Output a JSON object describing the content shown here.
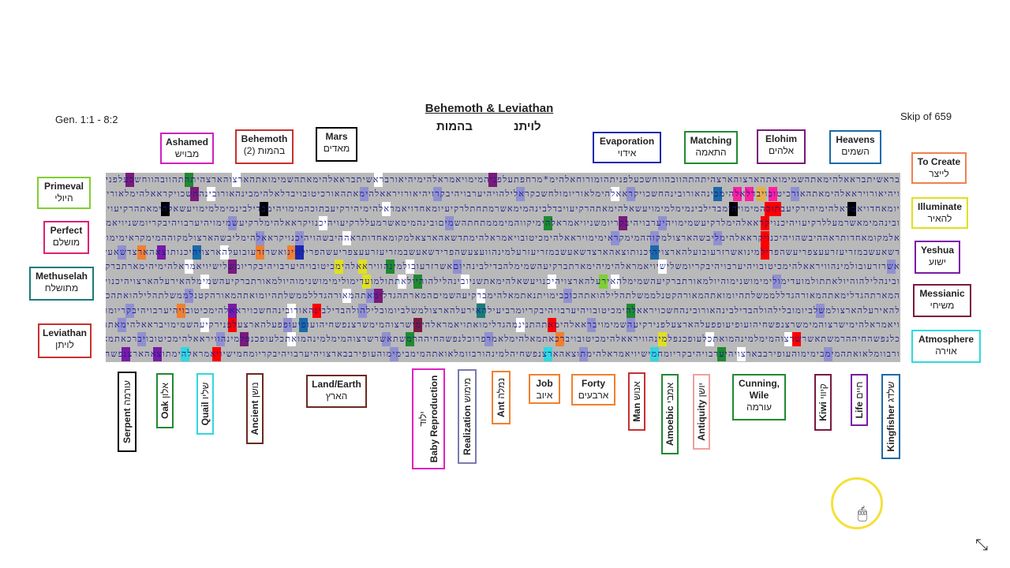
{
  "header": {
    "title": "Behemoth & Leviathan",
    "hebrew_left": "בהמות",
    "hebrew_right": "לויתנ",
    "reference": "Gen. 1:1 - 8:2",
    "skip": "Skip of 659"
  },
  "top_labels": [
    {
      "en": "Ashamed",
      "he": "מבויש",
      "color": "#d020c0"
    },
    {
      "en": "Behemoth",
      "he": "(2) בהמות",
      "color": "#c83030"
    },
    {
      "en": "Mars",
      "he": "מאדים",
      "color": "#000000"
    },
    {
      "en": "Evaporation",
      "he": "אידוי",
      "color": "#1a2ab0"
    },
    {
      "en": "Matching",
      "he": "התאמה",
      "color": "#208a30"
    },
    {
      "en": "Elohim",
      "he": "אלהים",
      "color": "#7a1a7a"
    },
    {
      "en": "Heavens",
      "he": "השמים",
      "color": "#1a6aa8"
    }
  ],
  "left_labels": [
    {
      "en": "Primeval",
      "he": "היולי",
      "color": "#7ed030"
    },
    {
      "en": "Perfect",
      "he": "מושלם",
      "color": "#e02070"
    },
    {
      "en": "Methuselah",
      "he": "מתושלח",
      "color": "#1a7a7a"
    },
    {
      "en": "Leviathan",
      "he": "לויתן",
      "color": "#c83030"
    }
  ],
  "right_labels": [
    {
      "en": "To Create",
      "he": "לייצר",
      "color": "#f08050"
    },
    {
      "en": "Illuminate",
      "he": "להאיר",
      "color": "#e0e020"
    },
    {
      "en": "Yeshua",
      "he": "ישוע",
      "color": "#7a1aa8"
    },
    {
      "en": "Messianic",
      "he": "משיחי",
      "color": "#7a1a40"
    },
    {
      "en": "Atmosphere",
      "he": "אוירה",
      "color": "#30d8e0"
    }
  ],
  "bottom_vertical_labels": [
    {
      "en": "Serpent",
      "he": "עורמה",
      "color": "#000000"
    },
    {
      "en": "Oak",
      "he": "אלון",
      "color": "#208a30"
    },
    {
      "en": "Quail",
      "he": "שליו",
      "color": "#30d8e0"
    },
    {
      "en": "Ancient",
      "he": "נושן",
      "color": "#6a2a20"
    },
    {
      "en": "Baby Reproduction",
      "he": "ילוד",
      "color": "#e020c0"
    },
    {
      "en": "Realization",
      "he": "מימוש",
      "color": "#7a7ab0"
    },
    {
      "en": "Ant",
      "he": "נמלה",
      "color": "#f08030"
    },
    {
      "en": "Man",
      "he": "אנוש",
      "color": "#c83030"
    },
    {
      "en": "Amoebic",
      "he": "אמבי",
      "color": "#208a30"
    },
    {
      "en": "Antiquity",
      "he": "יושן",
      "color": "#f0a0a0"
    },
    {
      "en": "Kiwi",
      "he": "קיווי",
      "color": "#7a1a40"
    },
    {
      "en": "Life",
      "he": "חיים",
      "color": "#7a1aa8"
    },
    {
      "en": "Kingfisher",
      "he": "שלדג",
      "color": "#1a6aa8"
    }
  ],
  "bottom_box_labels": [
    {
      "en": "Land/Earth",
      "he": "הארץ",
      "color": "#6a2a20"
    },
    {
      "en": "Job",
      "he": "איוב",
      "color": "#f08030"
    },
    {
      "en": "Forty",
      "he": "ארבעים",
      "color": "#f08030"
    },
    {
      "en": "Cunning, Wile",
      "he": "עורמה",
      "color": "#208a30"
    }
  ],
  "grid_rows": [
    "בראשיתבראאלהימאתהשמימואתהארצוהארצהיתהתהוובהווחשכעלפניתהומורוחאלהימ*מרחפתעלפניהמימויאמראלהימיהיאור",
    "ויהיאורויראאלהימאתהאורכיטובויבדלאלהימבינהאורובינהחשכויקראאלהימלאוריומולחשכקראלילהויהיערבויהיבקר",
    "יומאחדויאמראלהימיהירקיעבתוכהמימויהימבדילבינמימלמימויעשאלהימאתהרקיעויבדלבינהמימאשרמתחתלרקיע",
    "ובינהמימאשרמעללרקיעויהיכנויקראאלהימלרקיעשמימויהיערבויהיבקריומשניויאמראלהימיקווהמימממתחתהשמים",
    "אלמקומאחדותראההיבשהויהיכנויקראאלהימליבשהארצולמקוההמימקראימימויראאלהימכיטובויאמראלהימתדשאהארצ",
    "דשאעשבמזריעזרעעצפריעשהפרילמינואשרזרעובועלהארצויהיכנותוצאהארצדשאעשבמזריעזרעלמינהוועצעשהפרי",
    "אשרזרעובולמינהוויראאלהימכיטובויהיערבויהיבקריומשלישיויאמראלהימיהימארתברקיעהשמימלהבדילבינהיום",
    "ובינהלילהוהיולאתתולמועדימולימימושנימוהיולמאורתברקיעהשמימלהאירעלהארצויהיכנויעשאלהימאתשני",
    "המארתהגדלימאתהמאורהגדללממשלתהיומואתהמאורהקטנלממשלתהלילהואתהכוכבימויתנאתמאלהימברקיעהשמים",
    "להאירעלהארצולמשלביומובלילהולהבדילבינהאורובינהחשכויראאלהימכיטובויהיערבויהיבקריומרביעי",
    "ויאמראלהימישרצוהמימשרצנפשחיהועופיעופפעלהארצעלפנירקיעהשמימויבראאלהימאתהתנינמהגדלימואת",
    "כלנפשהחיההרמשתאשרשרצוהמימלמינהמואתכלעופכנפלמינהוויראאלהימכיטובויברכאתמאלהימלאמרפרו",
    "ורבוומלאואתהמימבימימוהעופירבבארצויהיערבויהיבקריומחמישיויאמראלהימתוצאהארצנפשחיהלמינה"
  ],
  "highlights": [
    [
      0,
      25,
      "#7a1a7a"
    ],
    [
      0,
      100,
      "#208a30"
    ],
    [
      0,
      160,
      "#ffffff"
    ],
    [
      0,
      340,
      "#ffffff"
    ],
    [
      0,
      485,
      "#7a1a7a"
    ],
    [
      1,
      107,
      "#7a1a7a"
    ],
    [
      1,
      128,
      "#ffffff"
    ],
    [
      1,
      322,
      "#9090d0"
    ],
    [
      1,
      415,
      "#9090d0"
    ],
    [
      1,
      520,
      "#9090d0"
    ],
    [
      1,
      640,
      "#ffffff"
    ],
    [
      1,
      660,
      "#9090d0"
    ],
    [
      1,
      770,
      "#1a6aa8"
    ],
    [
      1,
      795,
      "#ff20a0"
    ],
    [
      1,
      810,
      "#ff20a0"
    ],
    [
      1,
      825,
      "#e8b040"
    ],
    [
      1,
      840,
      "#ff20a0"
    ],
    [
      1,
      868,
      "#9090d0"
    ],
    [
      2,
      70,
      "#000000"
    ],
    [
      2,
      195,
      "#000000"
    ],
    [
      2,
      350,
      "#ffffff"
    ],
    [
      2,
      835,
      "#ff0000"
    ],
    [
      2,
      845,
      "#ff0000"
    ],
    [
      2,
      790,
      "#000000"
    ],
    [
      2,
      940,
      "#000000"
    ],
    [
      3,
      155,
      "#9090d0"
    ],
    [
      3,
      270,
      "#ffffff"
    ],
    [
      3,
      430,
      "#9090d0"
    ],
    [
      3,
      555,
      "#208a30"
    ],
    [
      3,
      650,
      "#7a1a7a"
    ],
    [
      3,
      700,
      "#9090d0"
    ],
    [
      3,
      830,
      "#ff0000"
    ],
    [
      4,
      190,
      "#9090d0"
    ],
    [
      4,
      240,
      "#9090d0"
    ],
    [
      4,
      300,
      "#ffffff"
    ],
    [
      4,
      640,
      "#9090d0"
    ],
    [
      4,
      690,
      "#9090d0"
    ],
    [
      4,
      770,
      "#9090d0"
    ],
    [
      4,
      830,
      "#ff0000"
    ],
    [
      5,
      15,
      "#9090d0"
    ],
    [
      5,
      40,
      "#f08030"
    ],
    [
      5,
      65,
      "#7a1aa8"
    ],
    [
      5,
      110,
      "#1a6aa8"
    ],
    [
      5,
      145,
      "#ffffff"
    ],
    [
      5,
      190,
      "#f08030"
    ],
    [
      5,
      230,
      "#f08030"
    ],
    [
      5,
      240,
      "#1a2ab0"
    ],
    [
      5,
      690,
      "#1a6aa8"
    ],
    [
      5,
      830,
      "#ff0000"
    ],
    [
      6,
      100,
      "#ffffff"
    ],
    [
      6,
      155,
      "#7a1a7a"
    ],
    [
      6,
      290,
      "#e0e020"
    ],
    [
      6,
      320,
      "#e0e020"
    ],
    [
      6,
      355,
      "#208a30"
    ],
    [
      6,
      380,
      "#ffffff"
    ],
    [
      6,
      440,
      "#9090d0"
    ],
    [
      6,
      700,
      "#ffffff"
    ],
    [
      6,
      990,
      "#9090d0"
    ],
    [
      7,
      120,
      "#ffffff"
    ],
    [
      7,
      325,
      "#e0e020"
    ],
    [
      7,
      370,
      "#ffffff"
    ],
    [
      7,
      390,
      "#208a30"
    ],
    [
      7,
      450,
      "#ffffff"
    ],
    [
      7,
      560,
      "#ffffff"
    ],
    [
      7,
      625,
      "#7ed030"
    ],
    [
      7,
      640,
      "#ffffff"
    ],
    [
      7,
      845,
      "#9090d0"
    ],
    [
      8,
      100,
      "#9090d0"
    ],
    [
      8,
      300,
      "#ffffff"
    ],
    [
      8,
      330,
      "#9090d0"
    ],
    [
      8,
      340,
      "#7a1a7a"
    ],
    [
      8,
      470,
      "#ffffff"
    ],
    [
      8,
      580,
      "#9090d0"
    ],
    [
      9,
      25,
      "#9090d0"
    ],
    [
      9,
      90,
      "#f08030"
    ],
    [
      9,
      155,
      "#7a1aa8"
    ],
    [
      9,
      230,
      "#ffffff"
    ],
    [
      9,
      262,
      "#ff0000"
    ],
    [
      9,
      320,
      "#9090d0"
    ],
    [
      9,
      470,
      "#1a7a7a"
    ],
    [
      9,
      660,
      "#208a30"
    ],
    [
      9,
      900,
      "#9090d0"
    ],
    [
      10,
      15,
      "#9090d0"
    ],
    [
      10,
      120,
      "#ffffff"
    ],
    [
      10,
      155,
      "#ff0000"
    ],
    [
      10,
      225,
      "#9090d0"
    ],
    [
      10,
      245,
      "#1a6aa8"
    ],
    [
      10,
      390,
      "#7a1a40"
    ],
    [
      10,
      520,
      "#ffffff"
    ],
    [
      10,
      560,
      "#ff0000"
    ],
    [
      10,
      610,
      "#9090d0"
    ],
    [
      10,
      660,
      "#9090d0"
    ],
    [
      11,
      40,
      "#9090d0"
    ],
    [
      11,
      140,
      "#9090d0"
    ],
    [
      11,
      170,
      "#7a1a7a"
    ],
    [
      11,
      230,
      "#ffffff"
    ],
    [
      11,
      350,
      "#9090d0"
    ],
    [
      11,
      380,
      "#208a30"
    ],
    [
      11,
      480,
      "#9090d0"
    ],
    [
      11,
      570,
      "#f08030"
    ],
    [
      11,
      700,
      "#e0e020"
    ],
    [
      11,
      760,
      "#ffffff"
    ],
    [
      11,
      860,
      "#ffffff"
    ],
    [
      11,
      870,
      "#ff0000"
    ],
    [
      12,
      20,
      "#7a1aa8"
    ],
    [
      12,
      60,
      "#7a1aa8"
    ],
    [
      12,
      95,
      "#30d8e0"
    ],
    [
      12,
      135,
      "#ff0000"
    ],
    [
      12,
      360,
      "#9090d0"
    ],
    [
      12,
      555,
      "#30d8e0"
    ],
    [
      12,
      600,
      "#9090d0"
    ],
    [
      12,
      690,
      "#30d8e0"
    ],
    [
      12,
      775,
      "#208a30"
    ],
    [
      12,
      800,
      "#ffffff"
    ],
    [
      12,
      910,
      "#9090d0"
    ]
  ]
}
